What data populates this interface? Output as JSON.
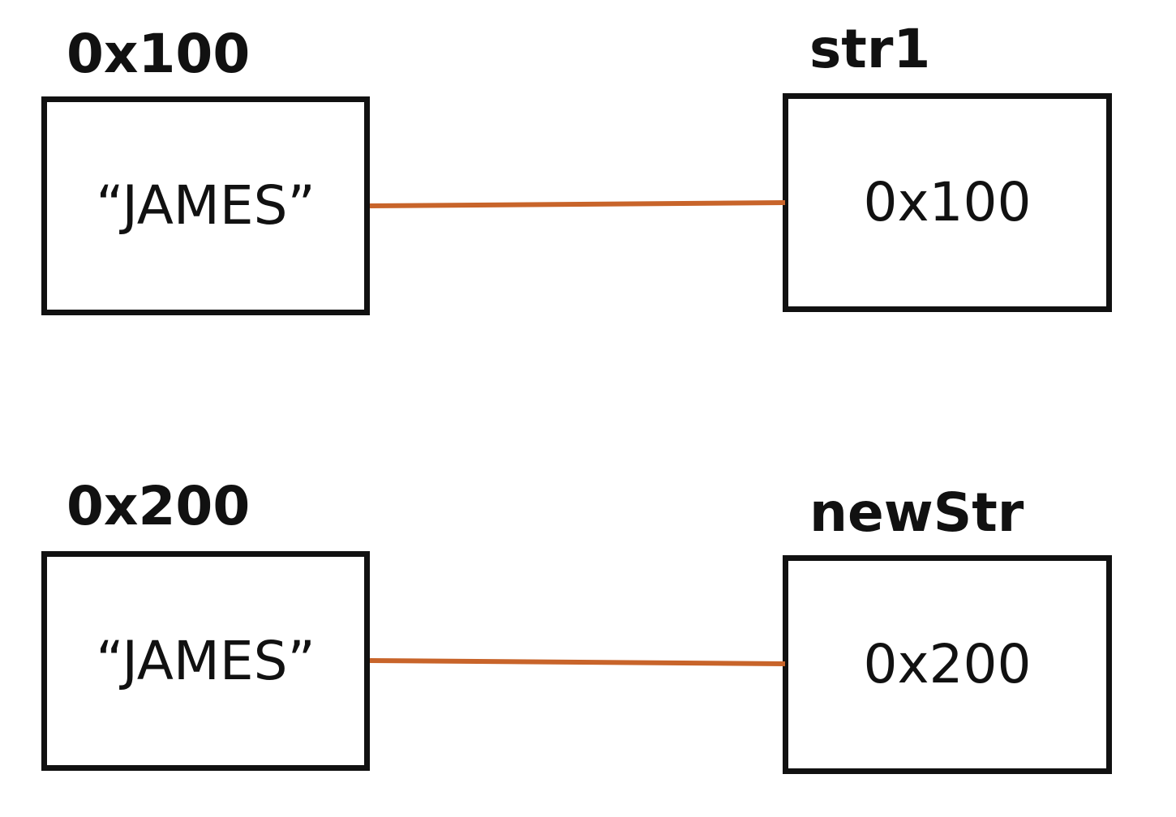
{
  "rows": [
    {
      "heap_address": "0x100",
      "heap_value": "“JAMES”",
      "variable_name": "str1",
      "variable_value": "0x100"
    },
    {
      "heap_address": "0x200",
      "heap_value": "“JAMES”",
      "variable_name": "newStr",
      "variable_value": "0x200"
    }
  ],
  "colors": {
    "reference_line": "#c8642a",
    "box_border": "#111111",
    "text": "#111111"
  }
}
